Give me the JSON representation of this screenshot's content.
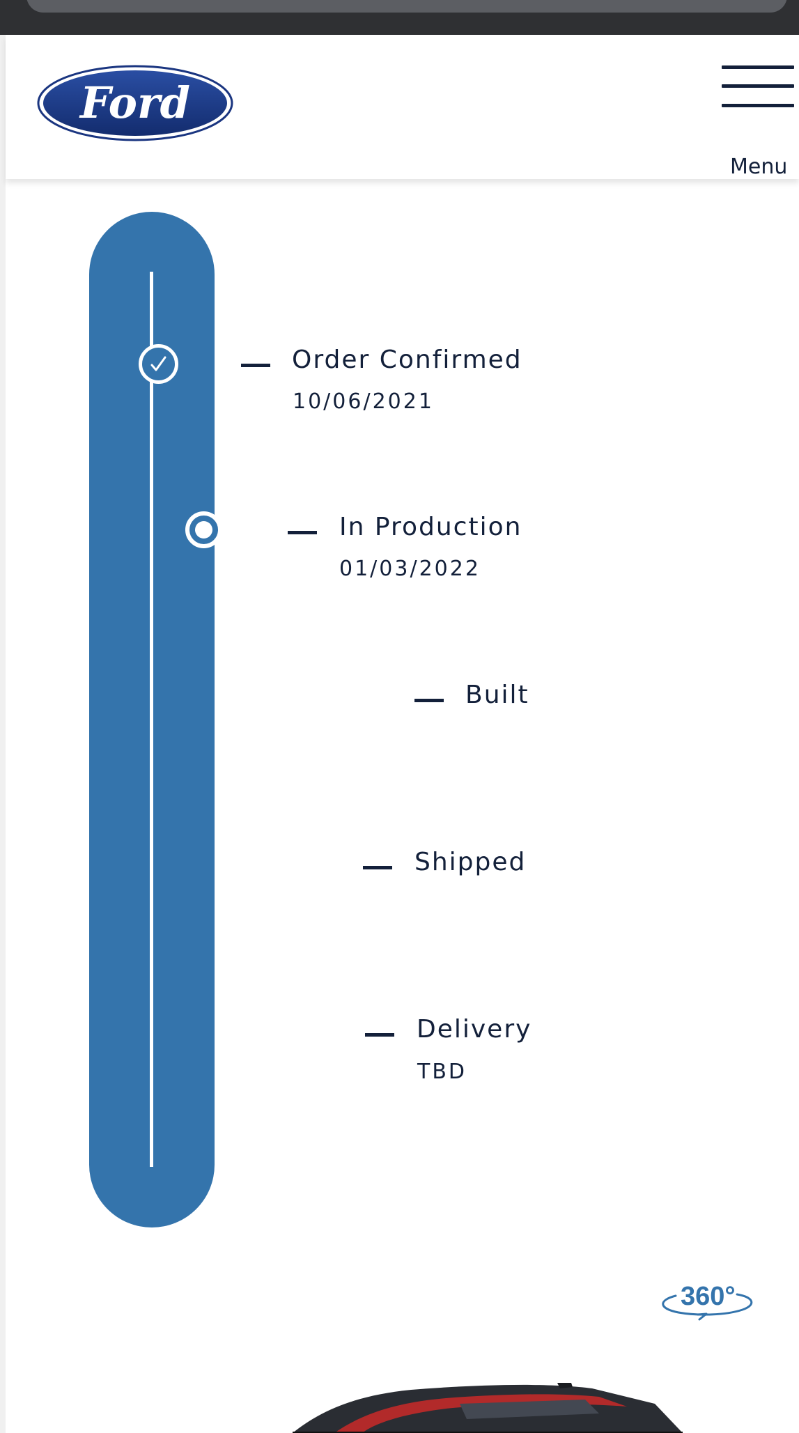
{
  "brand": {
    "logo_text": "Ford",
    "colors": {
      "logo_blue": "#1d3a87",
      "accent_blue": "#3474ac",
      "text_dark": "#13203a"
    }
  },
  "header": {
    "menu_label": "Menu",
    "menu_icon": "hamburger-icon"
  },
  "tracker": {
    "steps": [
      {
        "title": "Order Confirmed",
        "date": "10/06/2021",
        "status": "complete",
        "icon": "check-icon"
      },
      {
        "title": "In Production",
        "date": "01/03/2022",
        "status": "current",
        "icon": "current-step-icon"
      },
      {
        "title": "Built",
        "date": "",
        "status": "pending"
      },
      {
        "title": "Shipped",
        "date": "",
        "status": "pending"
      },
      {
        "title": "Delivery",
        "date": "TBD",
        "status": "pending"
      }
    ]
  },
  "viewer": {
    "badge_label": "360°",
    "badge_icon": "rotate-360-icon"
  }
}
